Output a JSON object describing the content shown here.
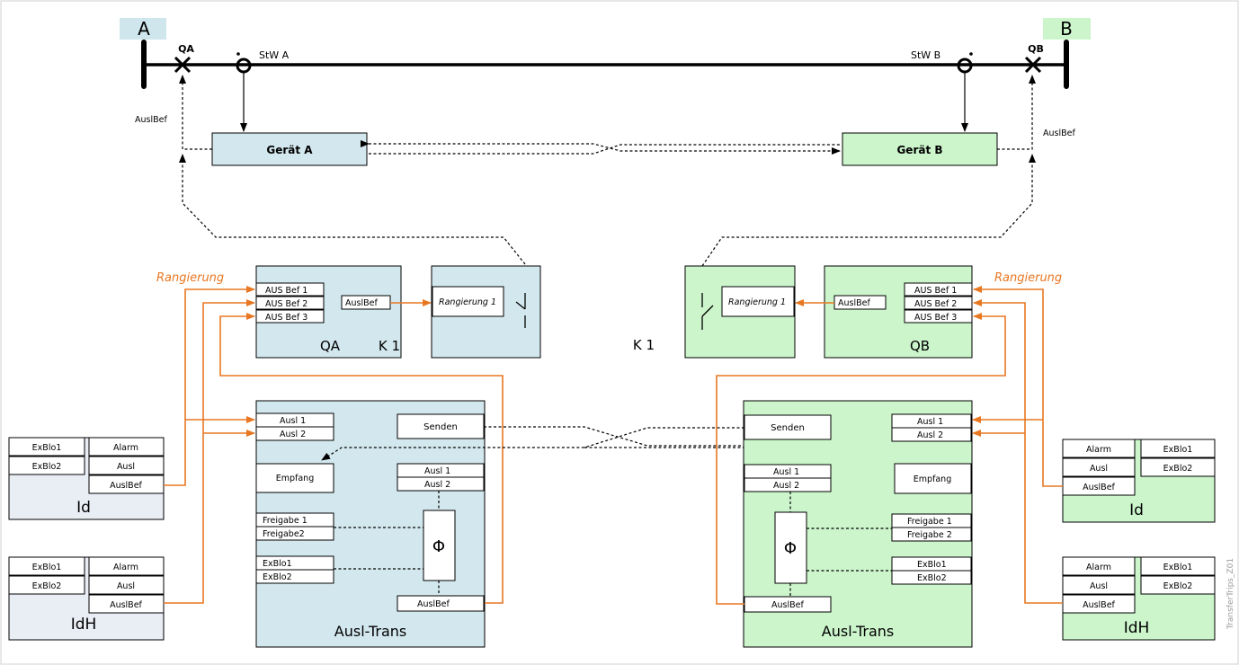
{
  "header": {
    "bus_a": "A",
    "bus_b": "B",
    "qa": "QA",
    "qb": "QB",
    "stw_a": "StW A",
    "stw_b": "StW B",
    "auslbef_left": "AuslBef",
    "auslbef_right": "AuslBef"
  },
  "devices": {
    "a": "Gerät A",
    "b": "Gerät B"
  },
  "left": {
    "rangierung_label": "Rangierung",
    "qa_block": {
      "title": "QA",
      "k": "K 1",
      "inputs": [
        "AUS Bef 1",
        "AUS Bef 2",
        "AUS Bef 3"
      ],
      "output": "AuslBef"
    },
    "rangierung_block": {
      "label": "Rangierung 1"
    },
    "trans": {
      "title": "Ausl-Trans",
      "inputs": [
        "Ausl 1",
        "Ausl 2"
      ],
      "senden": "Senden",
      "empfang": "Empfang",
      "ausl": [
        "Ausl 1",
        "Ausl 2"
      ],
      "freigabe": [
        "Freigabe 1",
        "Freigabe2"
      ],
      "exblo": [
        "ExBlo1",
        "ExBlo2"
      ],
      "phi": "Φ",
      "auslbef": "AuslBef"
    },
    "id": {
      "title": "Id",
      "exblo": [
        "ExBlo1",
        "ExBlo2"
      ],
      "outputs": [
        "Alarm",
        "Ausl",
        "AuslBef"
      ]
    },
    "idh": {
      "title": "IdH",
      "exblo": [
        "ExBlo1",
        "ExBlo2"
      ],
      "outputs": [
        "Alarm",
        "Ausl",
        "AuslBef"
      ]
    }
  },
  "right": {
    "rangierung_label": "Rangierung",
    "qb_block": {
      "title": "QB",
      "inputs": [
        "AUS Bef 1",
        "AUS Bef 2",
        "AUS Bef 3"
      ],
      "output": "AuslBef"
    },
    "rangierung_block": {
      "label": "Rangierung 1"
    },
    "trans": {
      "title": "Ausl-Trans",
      "inputs": [
        "Ausl 1",
        "Ausl 2"
      ],
      "senden": "Senden",
      "empfang": "Empfang",
      "ausl": [
        "Ausl 1",
        "Ausl 2"
      ],
      "freigabe": [
        "Freigabe 1",
        "Freigabe 2"
      ],
      "exblo": [
        "ExBlo1",
        "ExBlo2"
      ],
      "phi": "Φ",
      "auslbef": "AuslBef"
    },
    "id": {
      "title": "Id",
      "exblo": [
        "ExBlo1",
        "ExBlo2"
      ],
      "outputs": [
        "Alarm",
        "Ausl",
        "AuslBef"
      ]
    },
    "idh": {
      "title": "IdH",
      "exblo": [
        "ExBlo1",
        "ExBlo2"
      ],
      "outputs": [
        "Alarm",
        "Ausl",
        "AuslBef"
      ]
    }
  },
  "center_k": "K 1",
  "figure_id": "TransferTrips_Z01",
  "colors": {
    "blue": "#d3e8ee",
    "green": "#ccf5cc",
    "grey": "#e9edf4",
    "orange": "#e87722"
  }
}
